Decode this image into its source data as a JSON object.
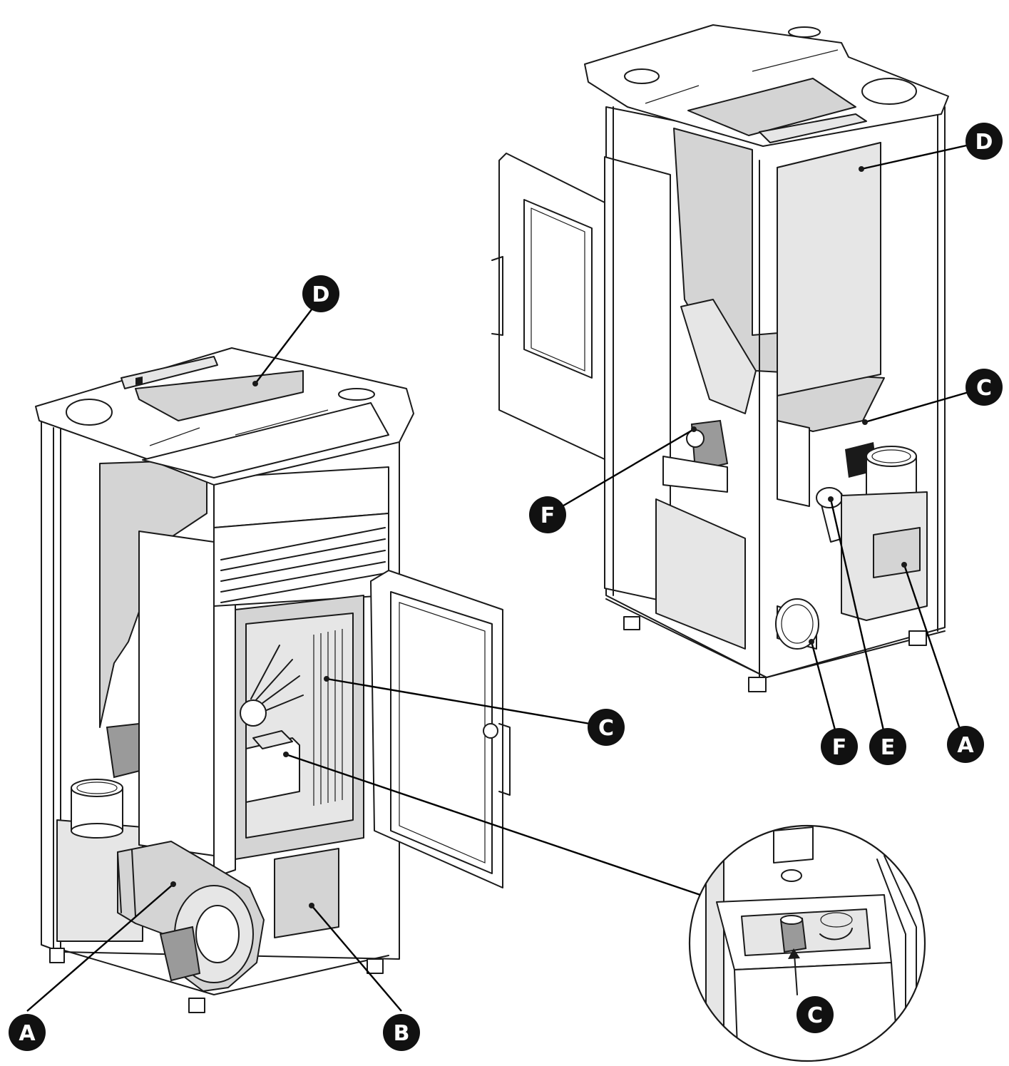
{
  "callouts": {
    "left_a": "A",
    "left_b": "B",
    "left_c": "C",
    "left_d": "D",
    "right_a": "A",
    "right_c": "C",
    "right_d": "D",
    "right_e": "E",
    "right_f_upper": "F",
    "right_f_lower": "F",
    "detail_c": "C"
  },
  "colors": {
    "line": "#1a1a1a",
    "panel_grey": "#d4d4d4",
    "panel_light": "#e6e6e6",
    "callout_fill": "#111111",
    "callout_text": "#ffffff"
  }
}
